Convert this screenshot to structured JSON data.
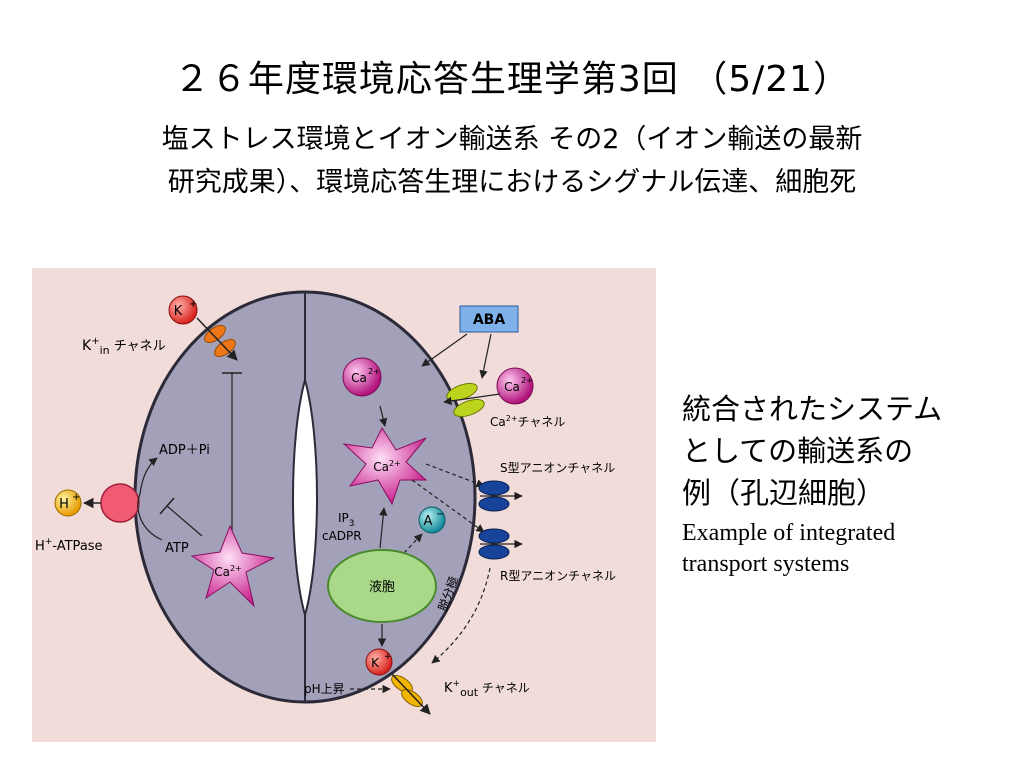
{
  "slide": {
    "title": "２６年度環境応答生理学第3回 （5/21）",
    "subtitle_line1": "塩ストレス環境とイオン輸送系 その2（イオン輸送の最新",
    "subtitle_line2": "研究成果）、環境応答生理におけるシグナル伝達、細胞死",
    "caption_ja_line1": "統合されたシステム",
    "caption_ja_line2": "としての輸送系の",
    "caption_ja_line3": "例（孔辺細胞）",
    "caption_en_line1": "Example of integrated",
    "caption_en_line2": "transport systems"
  },
  "diagram": {
    "k_ion": "K",
    "plus": "+",
    "minus": "−",
    "ca_ion": "Ca",
    "ca_charge": "2+",
    "h_ion": "H",
    "a_ion": "A",
    "aba": "ABA",
    "k_in_channel_label_main": "K",
    "k_in_channel_label_sub": "in",
    "k_in_channel_label_suffix": "チャネル",
    "ca_channel_suffix": "チャネル",
    "adp_pi": "ADP＋Pi",
    "atp": "ATP",
    "h_atpase": "-ATPase",
    "ip3_main": "IP",
    "ip3_sub": "3",
    "cadpr": "cADPR",
    "vacuole": "液胞",
    "s_type": "S型アニオンチャネル",
    "r_type": "R型アニオンチャネル",
    "depolarization": "脱分極",
    "ph_rise": "pH上昇",
    "k_out_sub": "out",
    "k_out_suffix": "チャネル"
  }
}
